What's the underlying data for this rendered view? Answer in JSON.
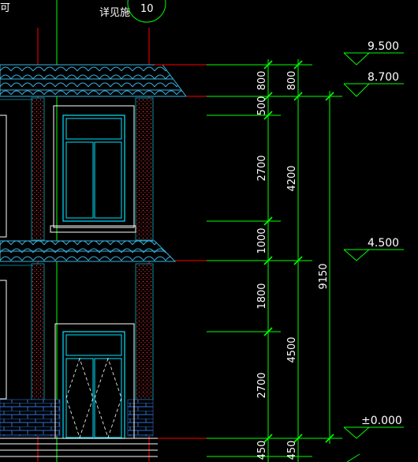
{
  "callout": {
    "note": "详见施",
    "bubble_number": "10",
    "corner_fragment": "可"
  },
  "levels": [
    {
      "id": "roof-ridge",
      "label": "9.500"
    },
    {
      "id": "eave",
      "label": "8.700"
    },
    {
      "id": "second-floor",
      "label": "4.500"
    },
    {
      "id": "ground",
      "label": "±0.000"
    }
  ],
  "dimensions": {
    "chain_inner": [
      "800",
      "500",
      "2700",
      "1000",
      "1800",
      "2700",
      "450"
    ],
    "chain_middle": [
      "800",
      "4200",
      "4500",
      "450"
    ],
    "chain_outer": [
      "9150"
    ]
  },
  "colors": {
    "background": "#000000",
    "dimension": "#00ff00",
    "axis": "#ff0000",
    "window_frame": "#00e5ff",
    "wall_hatch": "#ff3333",
    "roof_tiles": "#39b2e0",
    "text": "#ffffff"
  }
}
